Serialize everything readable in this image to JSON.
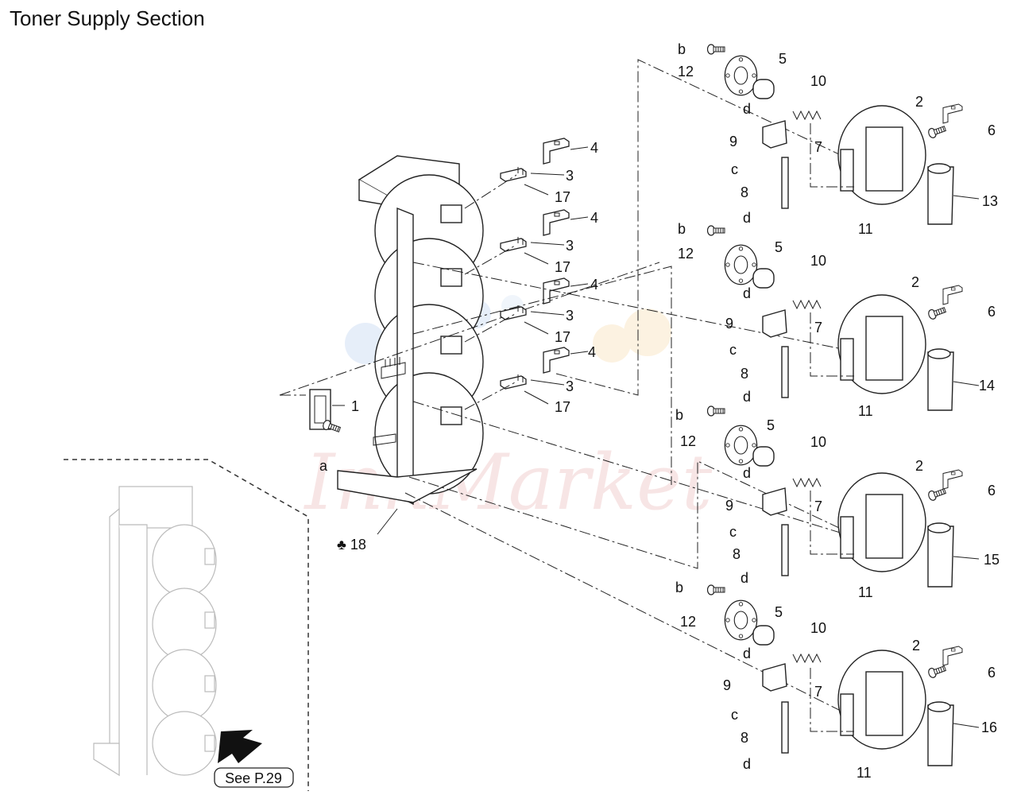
{
  "title": "Toner Supply Section",
  "see_page": "See P.29",
  "frame_label": "♣ 18",
  "watermark": "InkMarket",
  "callouts": {
    "part1": "1",
    "screw_a": "a",
    "screw_b": "b",
    "screw_c": "c",
    "clip_d": "d",
    "part2": "2",
    "part3": "3",
    "part4": "4",
    "part5": "5",
    "part6": "6",
    "part7": "7",
    "part8": "8",
    "part9": "9",
    "part10": "10",
    "part11": "11",
    "part12": "12",
    "part17": "17"
  },
  "unit_labels": [
    "13",
    "14",
    "15",
    "16"
  ]
}
